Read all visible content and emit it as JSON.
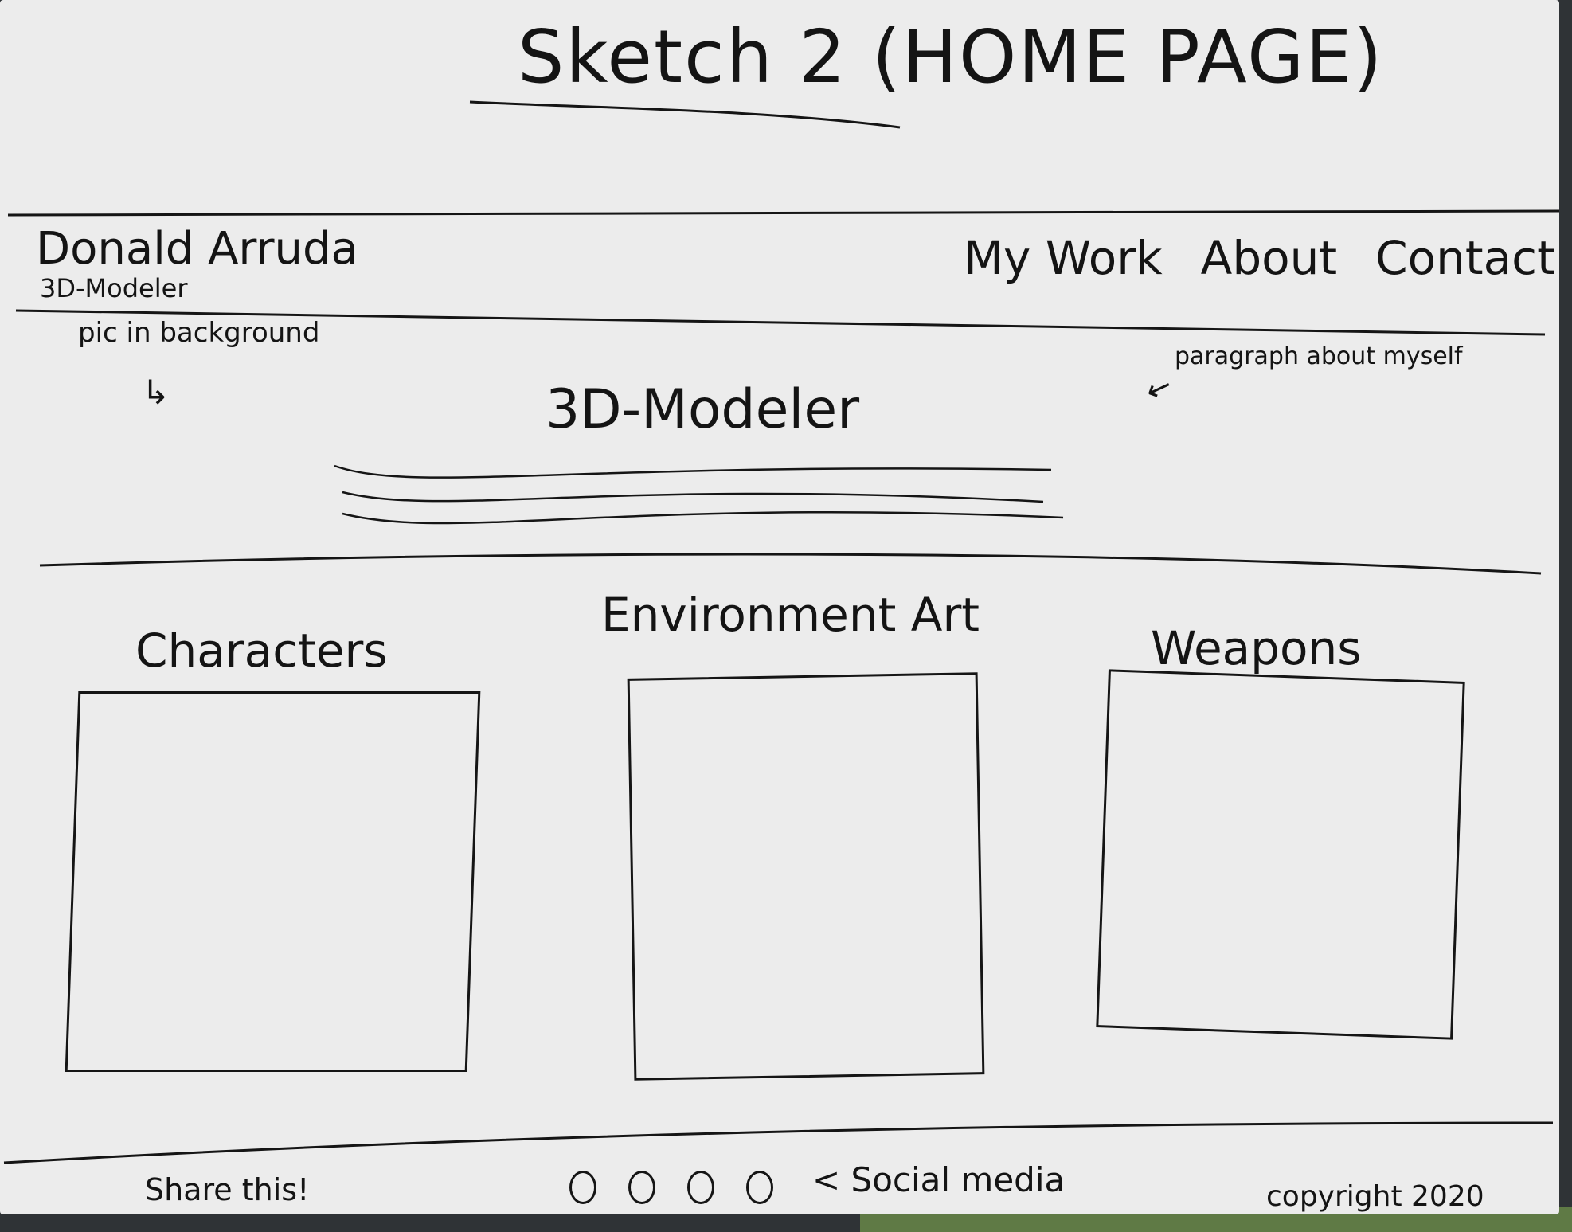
{
  "sketch": {
    "title": "Sketch 2 (HOME PAGE)"
  },
  "header": {
    "name": "Donald Arruda",
    "subtitle": "3D-Modeler",
    "nav": [
      "My Work",
      "About",
      "Contact"
    ]
  },
  "hero": {
    "note_left": "pic in background",
    "note_right": "paragraph about myself",
    "heading": "3D-Modeler"
  },
  "categories": [
    "Characters",
    "Environment Art",
    "Weapons"
  ],
  "footer": {
    "share": "Share this!",
    "social_note": "Social media",
    "social_icon_count": 4,
    "copyright": "copyright 2020"
  },
  "colors": {
    "paper": "#ececec",
    "ink": "#141414",
    "background": "#2f3336"
  },
  "icons": {
    "arrow_left": "curved-arrow",
    "arrow_right": "curved-arrow"
  }
}
